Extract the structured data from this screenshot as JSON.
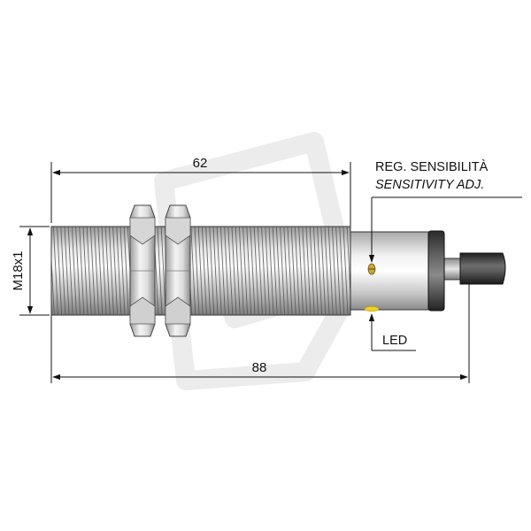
{
  "dimensions": {
    "thread_length": "62",
    "overall_length": "88",
    "thread_size": "M18x1"
  },
  "callouts": {
    "sensitivity_it": "REG. SENSIBILITÀ",
    "sensitivity_en": "SENSITIVITY ADJ.",
    "led": "LED"
  },
  "colors": {
    "metal_light": "#f2f2f2",
    "metal_dark": "#8c8c8c",
    "cap_dark": "#3a3a3a",
    "led_yellow": "#f1d21a",
    "watermark": "#ececec"
  }
}
